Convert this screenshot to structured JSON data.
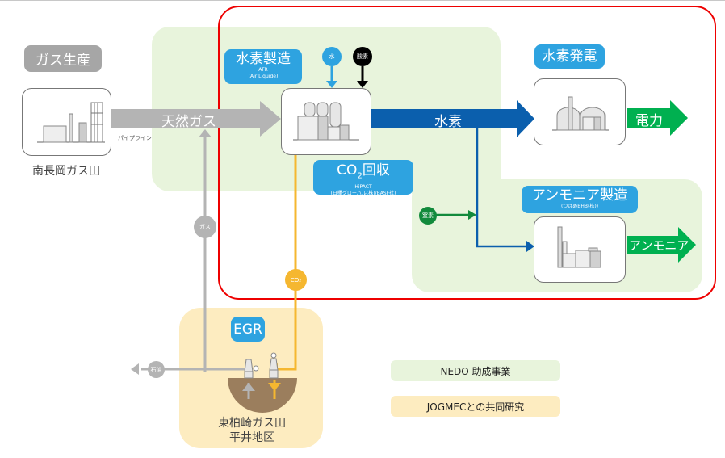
{
  "gas_production": {
    "tag": "ガス生産",
    "field_name": "南長岡ガス田",
    "pipeline_label": "パイプライン"
  },
  "flows": {
    "natural_gas": "天然ガス",
    "hydrogen": "水素",
    "electricity": "電力",
    "ammonia": "アンモニア"
  },
  "hydrogen_production": {
    "title": "水素製造",
    "sub1": "ATR",
    "sub2": "(Air Liquide)",
    "input_water": "水",
    "input_oxygen": "酸素"
  },
  "co2_capture": {
    "title_prefix": "CO",
    "title_subscript": "2",
    "title_suffix": "回収",
    "sub1": "HiPACT",
    "sub2": "(日揮グローバル(株)/BASF社)"
  },
  "hydrogen_power": {
    "title": "水素発電"
  },
  "ammonia_production": {
    "title": "アンモニア製造",
    "sub": "(つばめBHB(株))",
    "input_nitrogen": "窒素"
  },
  "egr": {
    "title": "EGR",
    "gas_label": "ガス",
    "co2_label": "CO₂",
    "oil_label": "石油",
    "field_line1": "東柏崎ガス田",
    "field_line2": "平井地区"
  },
  "legend": {
    "nedo": "NEDO 助成事業",
    "jogmec": "JOGMECとの共同研究"
  },
  "colors": {
    "frame_red": "#ee0000",
    "zone_green": "#e8f4dc",
    "zone_yellow": "#fdecc0",
    "tag_blue": "#2ea3e0",
    "hydrogen_blue": "#0b5fad",
    "product_green": "#00b050",
    "nitrogen_green": "#128a3c",
    "gas_gray": "#b4b4b4",
    "co2_orange": "#f5b730",
    "ground_brown": "#9b7e5d"
  }
}
